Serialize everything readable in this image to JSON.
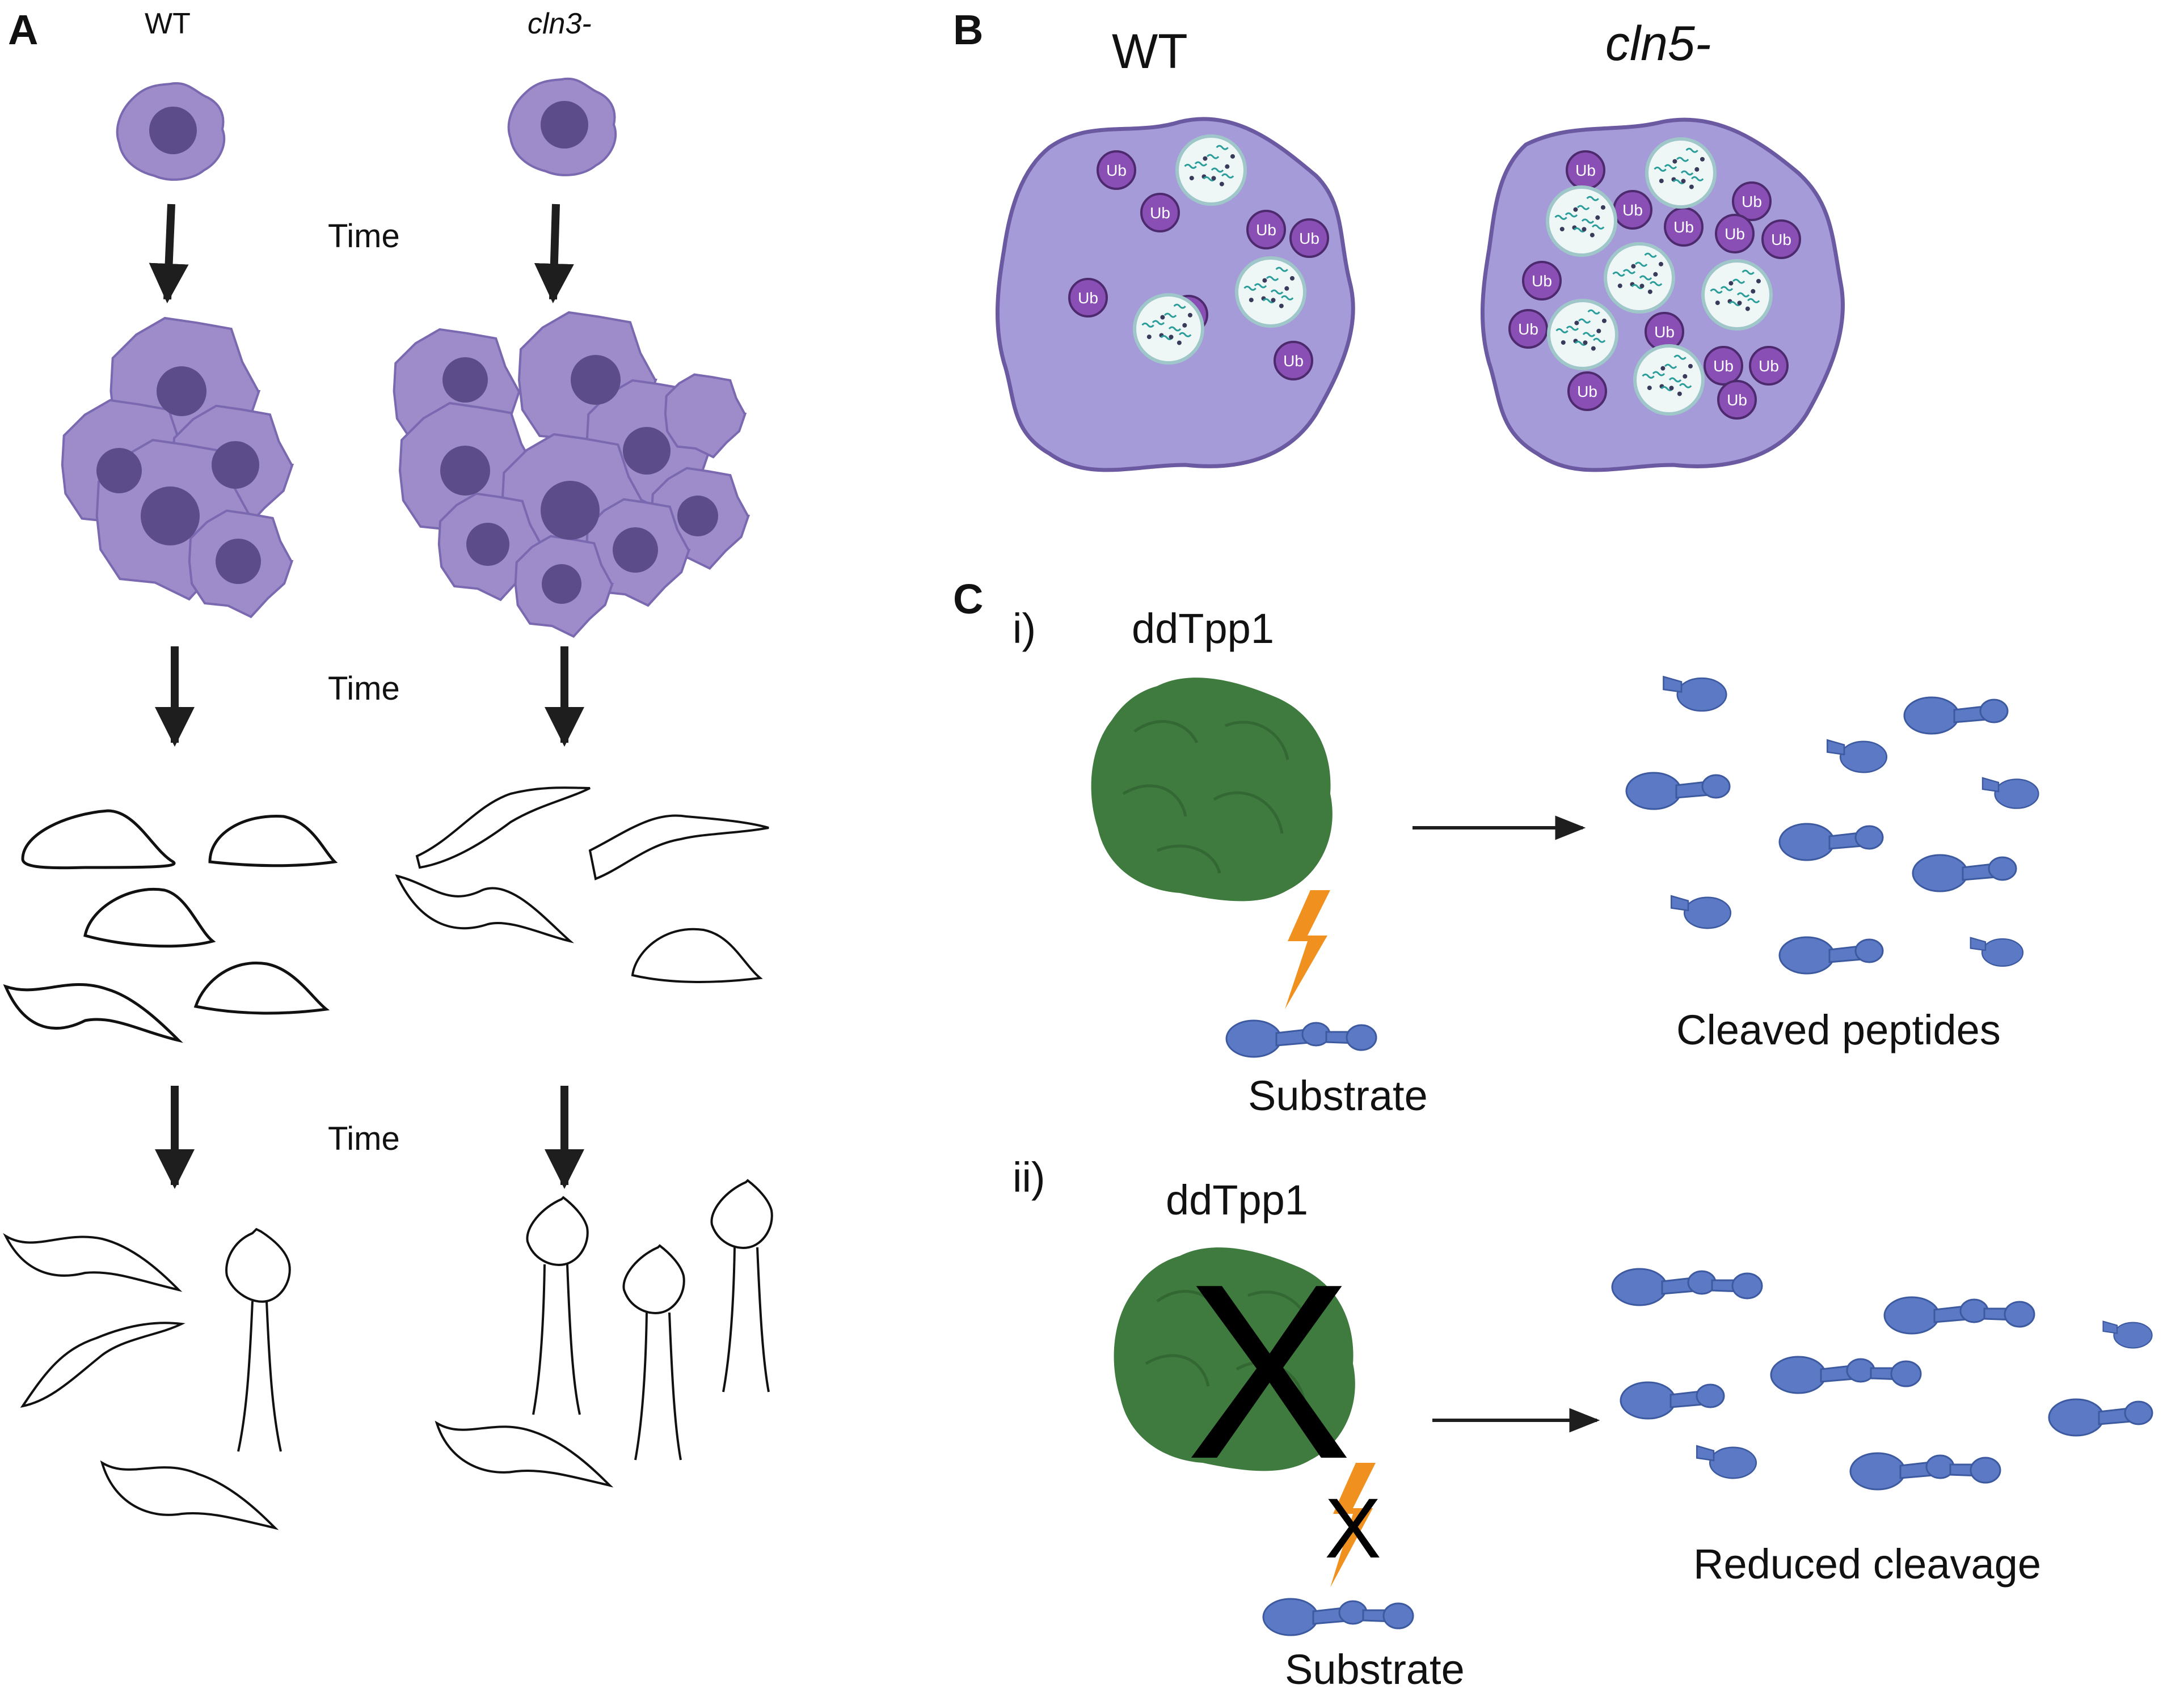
{
  "panels": {
    "a": "A",
    "b": "B",
    "c": "C"
  },
  "panel_a": {
    "col_wt": "WT",
    "col_mut": "cln3-",
    "time_labels": [
      "Time",
      "Time",
      "Time"
    ]
  },
  "panel_b": {
    "col_wt": "WT",
    "col_mut": "cln5-",
    "vesicle_label": "Ub"
  },
  "panel_c": {
    "i": {
      "roman": "i)",
      "enzyme": "ddTpp1",
      "substrate": "Substrate",
      "product": "Cleaved peptides"
    },
    "ii": {
      "roman": "ii)",
      "enzyme": "ddTpp1",
      "substrate": "Substrate",
      "product": "Reduced cleavage",
      "block_mark": "X"
    }
  },
  "colors": {
    "cell_fill": "#9d8cc9",
    "cell_edge": "#6b5aa2",
    "nucleus": "#5c4d8a",
    "ub_fill": "#8a4fb5",
    "enzyme": "#3f7a3f",
    "peptide": "#5b79c4",
    "bolt": "#f0901e",
    "arrow": "#1e1e1e"
  }
}
